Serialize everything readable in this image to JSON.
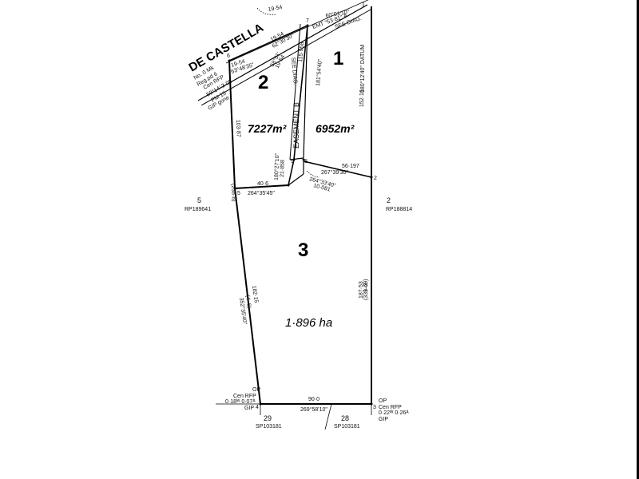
{
  "road_name": "DE CASTELLA",
  "lots": [
    {
      "number": "1",
      "area": "6952m²"
    },
    {
      "number": "2",
      "area": "7227m²"
    },
    {
      "number": "3",
      "area": "1·896 ha"
    }
  ],
  "easement_b": "EASEMENT B",
  "adjacent": {
    "lot5": {
      "number": "5",
      "plan": "RP189641"
    },
    "lot2": {
      "number": "2",
      "plan": "RP188814"
    },
    "lot29": {
      "number": "29",
      "plan": "SP103181"
    },
    "lot28": {
      "number": "28",
      "plan": "SP103181"
    }
  },
  "marks": {
    "emt_a": "EMT \"53·81\" A",
    "see_diag_top": "SEE DIAG.",
    "see_diag_mid": "SEE DIAG.",
    "datum": "180°12'40\" DATUM",
    "dist_right_upper": "152·16",
    "right_lower_dist": "187·53",
    "right_lower_total": "(339·69)",
    "right_lower_bracket": "1–3",
    "bottom_dist": "90·0",
    "bottom_bearing": "269°58'10\"",
    "left_lower": "352°35'40\"",
    "left_upper": "103·87",
    "left_bracket": "(4–6)",
    "left_dist2": "(238·8)",
    "left_dist3": "182·15",
    "easement_dist": "115·958",
    "easement_bearing": "181°54'40\"",
    "mid_dist": "56·197",
    "mid_bearing": "267°39'30\"",
    "mid_lower_bearing": "264°33'40\"",
    "mid_lower_dist": "10·081",
    "lot2_bottom_dist": "40·6",
    "lot2_bottom_bearing": "264°35'45\"",
    "diag_bearing": "180°27'10\"",
    "diag_dist": "21·858",
    "road_dist": "19·54",
    "road_bearing": "63°48'35\"",
    "road_dist2": "19·54",
    "road_bearing2": "62°30'30\"",
    "road_dist3": "19·54",
    "road_bearing3": "58°51'",
    "road_dist_top": "19·54",
    "corner_bearing": "60°01'10\"",
    "cen_rfp_left": "Cen RFP",
    "cen_rfp_left_bearing": "59°14' 3·05",
    "pm_note": "PM 15",
    "gip_gone": "GIP gone",
    "no_mk": "No. 0 Mk",
    "reg_pd": "Reg.pd 6",
    "op": "OP",
    "cen_rfp_bl": "Cen RFP",
    "cen_rfp_bl_value": "0·18ᵂ 0·07ᴬ",
    "gip": "GIP",
    "cen_rfp_br": "Cen RFP",
    "cen_rfp_br_value": "0·22ᵂ 0·26ᴬ",
    "p1": "1",
    "p2": "2",
    "p3": "3",
    "p4": "4",
    "p5": "5",
    "p6": "6",
    "p7": "7",
    "p8": "8",
    "p9": "9"
  }
}
